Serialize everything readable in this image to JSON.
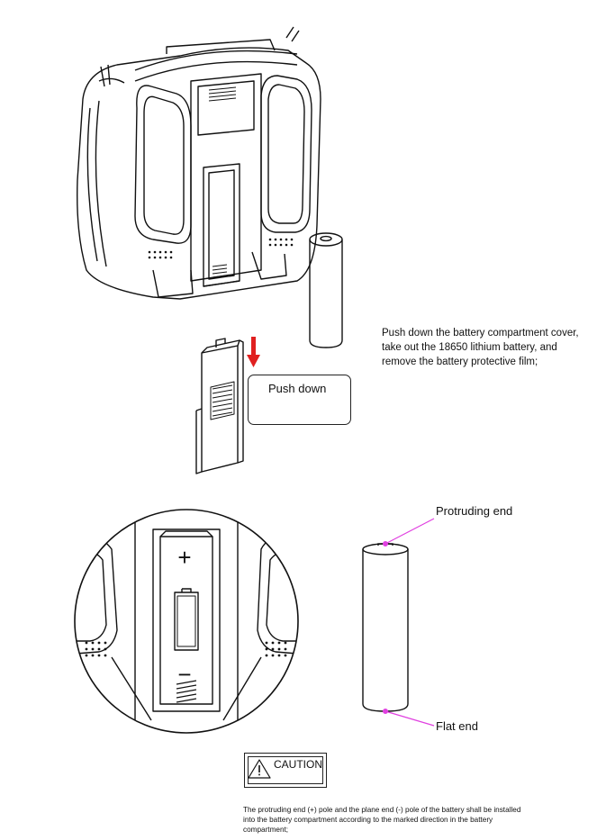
{
  "instruction": {
    "line1": "Push down the battery compartment cover,",
    "line2": "take out the 18650 lithium battery, and",
    "line3": "remove the battery protective film;"
  },
  "callout": {
    "label": "Push down"
  },
  "battery_labels": {
    "top": "Protruding end",
    "bottom": "Flat end"
  },
  "compartment_marks": {
    "plus": "+",
    "minus": "−"
  },
  "caution": {
    "label": "CAUTION"
  },
  "note": {
    "line1": "The protruding end (+) pole and the plane end (-) pole of the battery shall be installed",
    "line2": "into the battery compartment according to the marked direction in the battery",
    "line3": "compartment;"
  },
  "colors": {
    "arrow": "#e02020",
    "leader": "#e040e0",
    "line": "#111111"
  },
  "icons": {
    "warning": "warning-triangle-icon",
    "arrow": "down-arrow-icon"
  }
}
